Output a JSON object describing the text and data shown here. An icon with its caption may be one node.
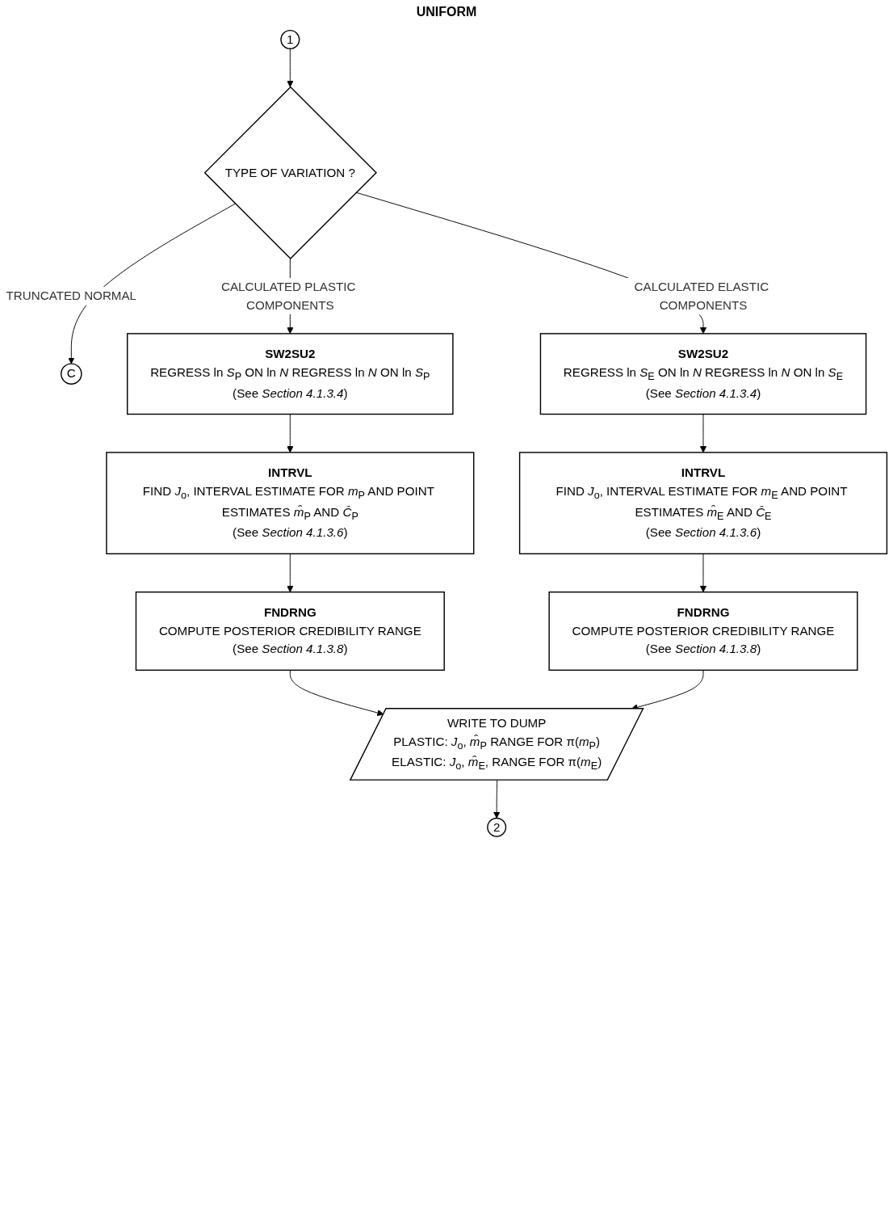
{
  "diagram": {
    "nodes": [
      {
        "text": [
          "1"
        ]
      },
      {
        "text": [
          "TYPE OF VARIATION ?"
        ]
      },
      {
        "text": [
          "C"
        ]
      },
      {
        "text": [
          "SW2SU2",
          "REGRESS ln *S*$_{P}$ ON ln *N* REGRESS ln *N* ON ln *S*$_{P}$",
          "(See *Section 4.1.3.4*)"
        ]
      },
      {
        "text": [
          "SW2SU2",
          "REGRESS ln *S*$_{E}$ ON ln *N* REGRESS ln *N* ON ln *S*$_{E}$",
          "(See *Section 4.1.3.4*)"
        ]
      },
      {
        "text": [
          "INTRVL",
          "FIND *J*$_{o}$, INTERVAL ESTIMATE FOR *m*$_{P}$ AND POINT ESTIMATES *m̂*$_{P}$ AND *Ĉ*$_{P}$",
          "(See *Section 4.1.3.6*)"
        ]
      },
      {
        "text": [
          "INTRVL",
          "FIND *J*$_{o}$, INTERVAL ESTIMATE FOR *m*$_{E}$ AND POINT ESTIMATES *m̂*$_{E}$ AND *Ĉ*$_{E}$",
          "(See *Section 4.1.3.6*)"
        ]
      },
      {
        "text": [
          "FNDRNG",
          "COMPUTE POSTERIOR CREDIBILITY RANGE",
          "(See *Section 4.1.3.8*)"
        ]
      },
      {
        "text": [
          "FNDRNG",
          "COMPUTE POSTERIOR CREDIBILITY RANGE",
          "(See *Section 4.1.3.8*)"
        ]
      },
      {
        "text": [
          "WRITE TO DUMP",
          "PLASTIC: *J*$_{o}$, *m̂*$_{P}$ RANGE FOR π(*m*$_{P}$)",
          "ELASTIC: *J*$_{o}$, *m̂*$_{E}$, RANGE FOR π(*m*$_{E}$)"
        ]
      },
      {
        "text": [
          "2"
        ]
      }
    ],
    "edges": [
      {
        "from": 0,
        "to": 1,
        "arrow": "to"
      },
      {
        "from": 1,
        "to": 2,
        "arrow": "to",
        "label": "TRUNCATED NORMAL"
      },
      {
        "from": 1,
        "to": 3,
        "arrow": "to",
        "label": "CALCULATED PLASTIC COMPONENTS"
      },
      {
        "from": 1,
        "to": 4,
        "arrow": "to",
        "label": "CALCULATED ELASTIC COMPONENTS"
      },
      {
        "from": 3,
        "to": 5,
        "arrow": "to"
      },
      {
        "from": 4,
        "to": 6,
        "arrow": "to"
      },
      {
        "from": 5,
        "to": 7,
        "arrow": "to"
      },
      {
        "from": 6,
        "to": 8,
        "arrow": "to"
      },
      {
        "from": 7,
        "to": 9,
        "arrow": "to"
      },
      {
        "from": 8,
        "to": 9,
        "arrow": "to"
      },
      {
        "from": 9,
        "to": 10,
        "arrow": "to"
      }
    ],
    "labels": [
      "UNIFORM"
    ]
  }
}
